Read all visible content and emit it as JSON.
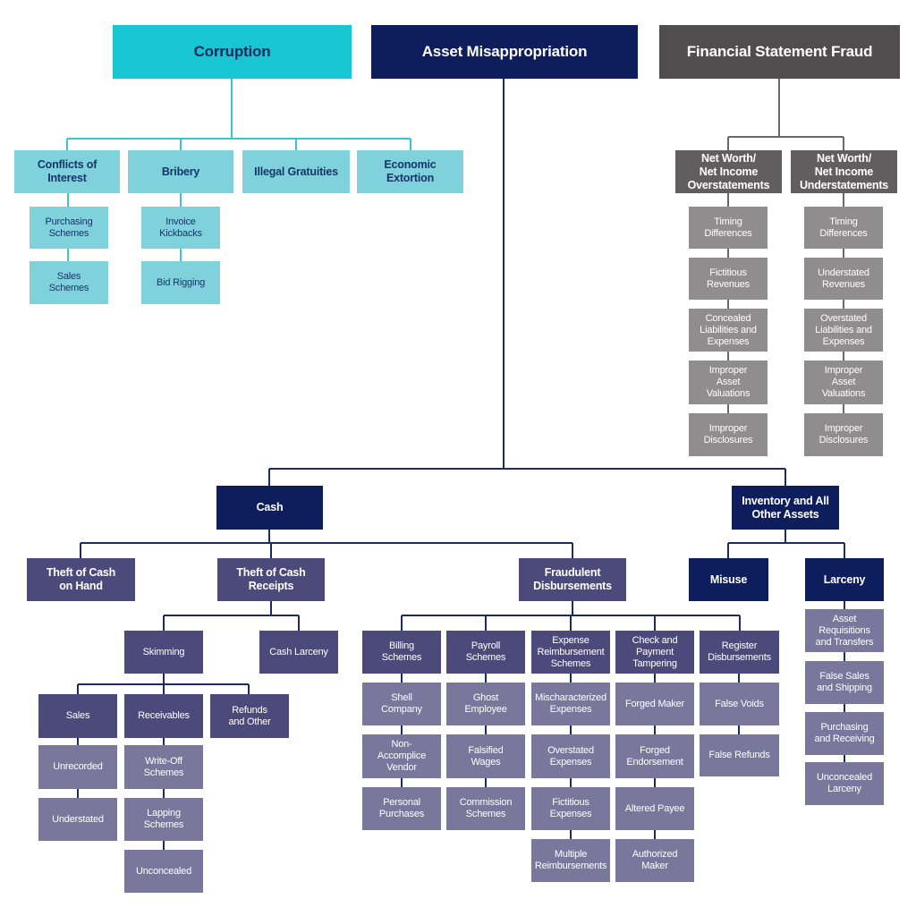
{
  "colors": {
    "corruption_header": "#17c6d2",
    "corruption_items": "#7fd2db",
    "asset_navy": "#0e1e5c",
    "fsf_header": "#4f4d4e",
    "fsf_sub": "#605e5f",
    "fsf_items": "#8f8d8e",
    "purple": "#4c4a7a",
    "light_purple": "#79779c",
    "line_corruption": "#3cc6d0",
    "line_asset": "#1d2a66",
    "line_fsf": "#6a6869"
  },
  "corruption": {
    "title": "Corruption",
    "conflicts": "Conflicts of\nInterest",
    "purchasing": "Purchasing\nSchemes",
    "sales": "Sales\nSchemes",
    "bribery": "Bribery",
    "invoice": "Invoice\nKickbacks",
    "bid": "Bid Rigging",
    "gratuities": "Illegal Gratuities",
    "extortion": "Economic\nExtortion"
  },
  "asset": {
    "title": "Asset Misappropriation",
    "cash": "Cash",
    "theft_on_hand": "Theft of Cash\non Hand",
    "theft_receipts": "Theft of Cash\nReceipts",
    "skimming": "Skimming",
    "cash_larceny": "Cash Larceny",
    "sales": "Sales",
    "unrecorded": "Unrecorded",
    "understated": "Understated",
    "receivables": "Receivables",
    "writeoff": "Write-Off\nSchemes",
    "lapping": "Lapping\nSchemes",
    "unconcealed": "Unconcealed",
    "refunds": "Refunds\nand Other",
    "fraud_disb": "Fraudulent\nDisbursements",
    "billing": "Billing\nSchemes",
    "shell": "Shell\nCompany",
    "non_accomplice": "Non-\nAccomplice\nVendor",
    "personal": "Personal\nPurchases",
    "payroll": "Payroll\nSchemes",
    "ghost": "Ghost\nEmployee",
    "falsified": "Falsified\nWages",
    "commission": "Commission\nSchemes",
    "expense": "Expense\nReimbursement\nSchemes",
    "mischar": "Mischaracterized\nExpenses",
    "overstated_exp": "Overstated\nExpenses",
    "fictitious_exp": "Fictitious\nExpenses",
    "multiple": "Multiple\nReimbursements",
    "check": "Check and\nPayment\nTampering",
    "forged_maker": "Forged Maker",
    "forged_end": "Forged\nEndorsement",
    "altered": "Altered Payee",
    "authorized": "Authorized\nMaker",
    "register": "Register\nDisbursements",
    "false_voids": "False Voids",
    "false_refunds": "False Refunds",
    "inventory": "Inventory and All\nOther Assets",
    "misuse": "Misuse",
    "larceny": "Larceny",
    "asset_req": "Asset\nRequisitions\nand Transfers",
    "false_sales": "False Sales\nand Shipping",
    "purch_recv": "Purchasing\nand Receiving",
    "unconc_larceny": "Unconcealed\nLarceny"
  },
  "fsf": {
    "title": "Financial Statement Fraud",
    "over": "Net Worth/\nNet Income\nOverstatements",
    "under": "Net Worth/\nNet Income\nUnderstatements",
    "over_items": [
      "Timing\nDifferences",
      "Fictitious\nRevenues",
      "Concealed\nLiabilities and\nExpenses",
      "Improper\nAsset\nValuations",
      "Improper\nDisclosures"
    ],
    "under_items": [
      "Timing\nDifferences",
      "Understated\nRevenues",
      "Overstated\nLiabilities and\nExpenses",
      "Improper\nAsset\nValuations",
      "Improper\nDisclosures"
    ]
  }
}
